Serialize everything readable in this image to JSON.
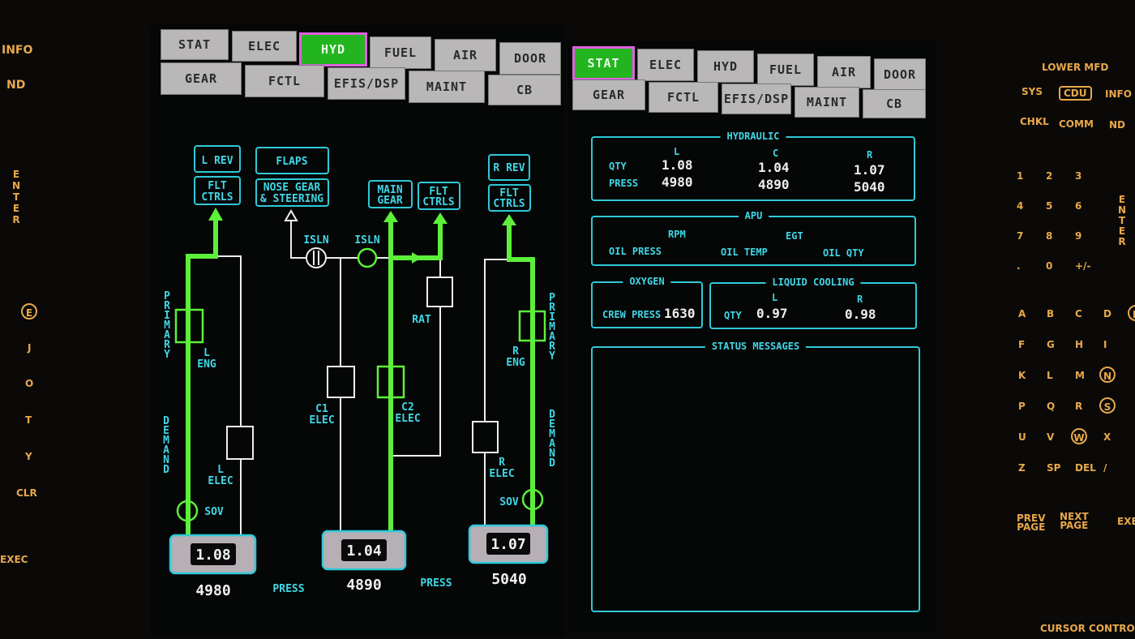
{
  "left_tabs": {
    "row1": [
      "STAT",
      "ELEC",
      "HYD",
      "FUEL",
      "AIR",
      "DOOR"
    ],
    "row2": [
      "GEAR",
      "FCTL",
      "EFIS/DSP",
      "MAINT",
      "CB"
    ],
    "active": "HYD"
  },
  "right_tabs": {
    "row1": [
      "STAT",
      "ELEC",
      "HYD",
      "FUEL",
      "AIR",
      "DOOR"
    ],
    "row2": [
      "GEAR",
      "FCTL",
      "EFIS/DSP",
      "MAINT",
      "CB"
    ],
    "active": "STAT"
  },
  "synoptic": {
    "l_rev": "L REV",
    "flt_ctrls": [
      "FLT",
      "CTRLS"
    ],
    "flaps": "FLAPS",
    "nose_gear": [
      "NOSE GEAR",
      "& STEERING"
    ],
    "main_gear": [
      "MAIN",
      "GEAR"
    ],
    "r_rev": "R REV",
    "isln": "ISLN",
    "rat": "RAT",
    "l_eng": [
      "L",
      "ENG"
    ],
    "r_eng": [
      "R",
      "ENG"
    ],
    "l_elec": [
      "L",
      "ELEC"
    ],
    "r_elec": [
      "R",
      "ELEC"
    ],
    "c1_elec": [
      "C1",
      "ELEC"
    ],
    "c2_elec": [
      "C2",
      "ELEC"
    ],
    "sov": "SOV",
    "primary": "PRIMARY",
    "demand": "DEMAND",
    "press": "PRESS",
    "systems": [
      {
        "qty": "1.08",
        "press": "4980"
      },
      {
        "qty": "1.04",
        "press": "4890"
      },
      {
        "qty": "1.07",
        "press": "5040"
      }
    ],
    "active_color": "#5cf03a",
    "label_color": "#3fd7e6"
  },
  "status": {
    "hydraulic": {
      "title": "HYDRAULIC",
      "cols": [
        "L",
        "C",
        "R"
      ],
      "qty_label": "QTY",
      "press_label": "PRESS",
      "qty": [
        "1.08",
        "1.04",
        "1.07"
      ],
      "press": [
        "4980",
        "4890",
        "5040"
      ]
    },
    "apu": {
      "title": "APU",
      "rpm": "RPM",
      "egt": "EGT",
      "oil_press": "OIL PRESS",
      "oil_temp": "OIL TEMP",
      "oil_qty": "OIL QTY"
    },
    "oxygen": {
      "title": "OXYGEN",
      "label": "CREW PRESS",
      "value": "1630"
    },
    "liquid_cooling": {
      "title": "LIQUID COOLING",
      "cols": [
        "L",
        "R"
      ],
      "qty_label": "QTY",
      "values": [
        "0.97",
        "0.98"
      ]
    },
    "status_messages": {
      "title": "STATUS MESSAGES"
    }
  },
  "left_bezel": {
    "info": "INFO",
    "nd": "ND",
    "enter": "ENTER",
    "keys": [
      "E",
      "J",
      "O",
      "T",
      "Y"
    ],
    "clr": "CLR",
    "exec": "EXEC"
  },
  "right_bezel": {
    "title": "LOWER MFD",
    "sys": "SYS",
    "cdu": "CDU",
    "info": "INFO",
    "chkl": "CHKL",
    "comm": "COMM",
    "nd": "ND",
    "enter": "ENTER",
    "numpad": [
      [
        "1",
        "2",
        "3"
      ],
      [
        "4",
        "5",
        "6"
      ],
      [
        "7",
        "8",
        "9"
      ],
      [
        ".",
        "0",
        "+/-"
      ]
    ],
    "alpha": [
      [
        "A",
        "B",
        "C",
        "D",
        "E"
      ],
      [
        "F",
        "G",
        "H",
        "I"
      ],
      [
        "K",
        "L",
        "M",
        "N"
      ],
      [
        "P",
        "Q",
        "R",
        "S"
      ],
      [
        "U",
        "V",
        "W",
        "X"
      ],
      [
        "Z",
        "SP",
        "DEL",
        "/"
      ]
    ],
    "prev_page": [
      "PREV",
      "PAGE"
    ],
    "next_page": [
      "NEXT",
      "PAGE"
    ],
    "exec": "EXE",
    "cursor_control": "CURSOR CONTROL"
  }
}
